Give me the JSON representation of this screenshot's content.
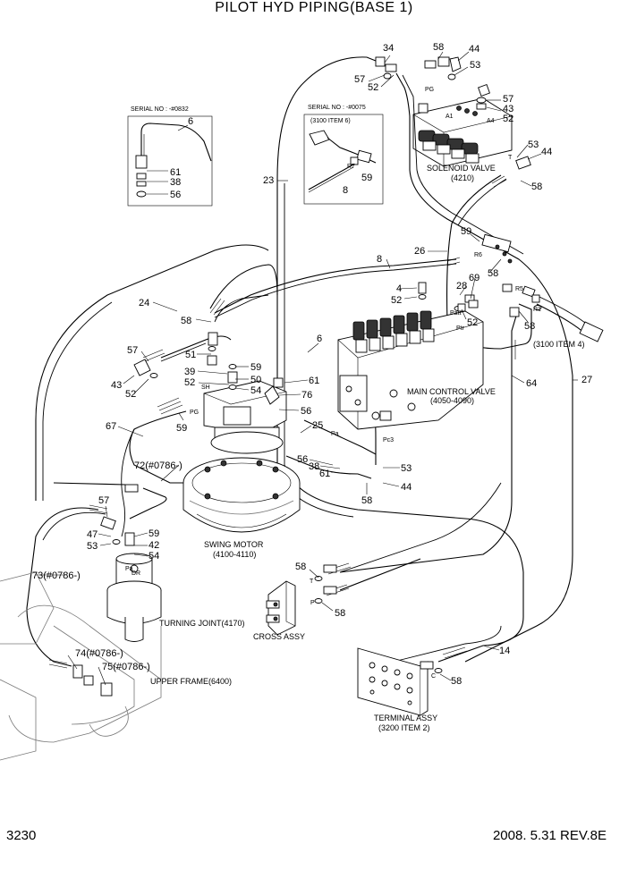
{
  "title": "PILOT HYD PIPING(BASE 1)",
  "page_number": "3230",
  "revision": "2008. 5.31  REV.8E",
  "inset_boxes": [
    {
      "serial": "SERIAL NO : -#0832"
    },
    {
      "serial": "SERIAL NO : -#0075",
      "note": "(3100 ITEM 6)"
    }
  ],
  "components": {
    "solenoid_valve": {
      "name": "SOLENOID VALVE",
      "code": "(4210)"
    },
    "main_control_valve": {
      "name": "MAIN CONTROL VALVE",
      "code": "(4050-4090)"
    },
    "swing_motor": {
      "name": "SWING MOTOR",
      "code": "(4100-4110)"
    },
    "turning_joint": {
      "name": "TURNING JOINT(4170)"
    },
    "upper_frame": {
      "name": "UPPER FRAME(6400)"
    },
    "cross_assy": {
      "name": "CROSS ASSY"
    },
    "terminal_assy": {
      "name": "TERMINAL ASSY",
      "code": "(3200 ITEM 2)"
    },
    "ref_3100_item4": {
      "name": "(3100 ITEM 4)"
    }
  },
  "port_labels": [
    "PG",
    "A1",
    "A4",
    "T",
    "R6",
    "R5",
    "R1",
    "Patt",
    "Ptr",
    "Pc3",
    "SH",
    "PG",
    "DR",
    "R7",
    "T",
    "P",
    "C",
    "Pa"
  ],
  "callouts": [
    "6",
    "61",
    "38",
    "56",
    "8",
    "59",
    "34",
    "57",
    "52",
    "58",
    "44",
    "53",
    "57",
    "43",
    "52",
    "53",
    "44",
    "58",
    "23",
    "26",
    "59",
    "58",
    "4",
    "52",
    "28",
    "69",
    "52",
    "58",
    "(3100 ITEM 4)",
    "24",
    "58",
    "57",
    "43",
    "52",
    "51",
    "39",
    "52",
    "59",
    "50",
    "54",
    "6",
    "61",
    "76",
    "56",
    "59",
    "25",
    "56",
    "38",
    "61",
    "53",
    "44",
    "58",
    "67",
    "72(#0786-)",
    "57",
    "47",
    "53",
    "59",
    "42",
    "54",
    "64",
    "27",
    "73(#0786-)",
    "74(#0786-)",
    "75(#0786-)",
    "58",
    "58",
    "14",
    "58"
  ]
}
